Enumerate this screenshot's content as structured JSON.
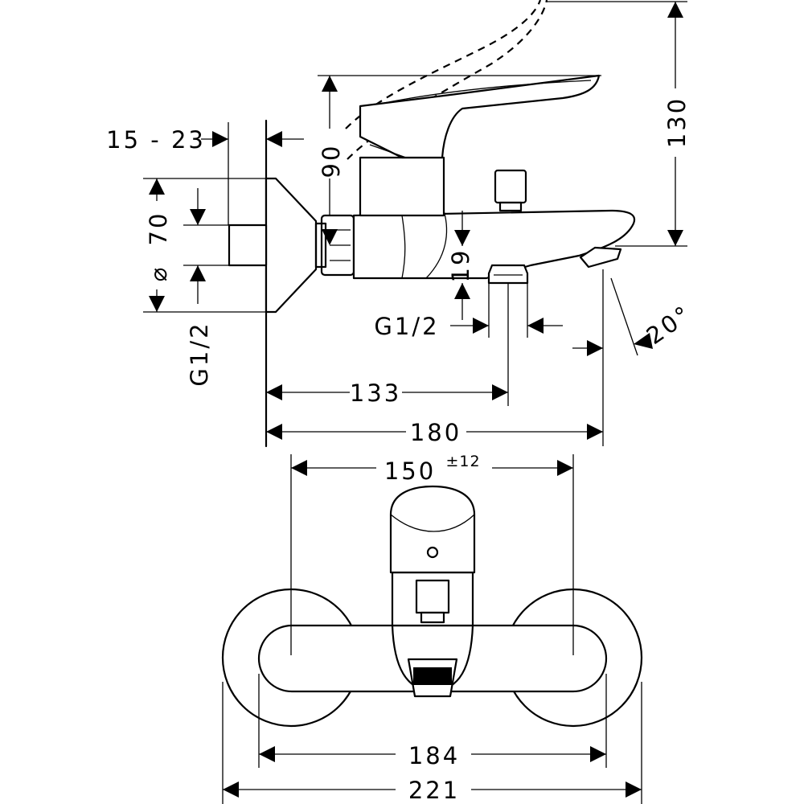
{
  "dimensions": {
    "wall_gap": "15 - 23",
    "handle_clearance": "90",
    "height": "130",
    "diameter_symbol": "⌀",
    "rosette_diameter": "70",
    "spout_drop": "19",
    "inlet_thread": "G1/2",
    "outlet_thread": "G1/2",
    "spout_angle": "20°",
    "spout_reach": "133",
    "total_depth": "180",
    "centers": "150",
    "centers_tolerance": "±12",
    "body_width": "184",
    "total_width": "221"
  }
}
